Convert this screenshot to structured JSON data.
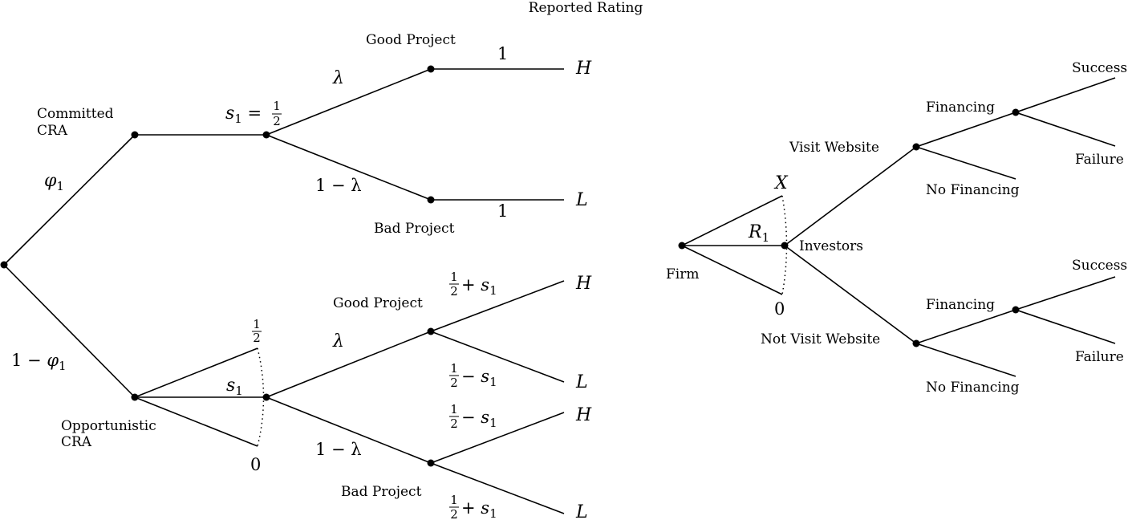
{
  "title": "Reported Rating",
  "left_tree": {
    "phi": "φ",
    "phi_sub": "1",
    "one_minus_phi": "1 − ",
    "committed": [
      "Committed",
      "CRA"
    ],
    "opportunistic": [
      "Opportunistic",
      "CRA"
    ],
    "s1_eq": " = ",
    "lambda": "λ",
    "one_minus_lambda": "1 − λ",
    "good_project": "Good Project",
    "bad_project": "Bad Project",
    "one": "1",
    "zero": "0",
    "H": "H",
    "L": "L",
    "half_num": "1",
    "half_den": "2",
    "s": "s",
    "sub1": "1",
    "plus": " + ",
    "minus": " − "
  },
  "right_tree": {
    "firm": "Firm",
    "investors": "Investors",
    "X": "X",
    "R": "R",
    "R_sub": "1",
    "zero": "0",
    "visit": "Visit Website",
    "not_visit": "Not Visit Website",
    "financing": "Financing",
    "no_financing": "No Financing",
    "success": "Success",
    "failure": "Failure"
  }
}
